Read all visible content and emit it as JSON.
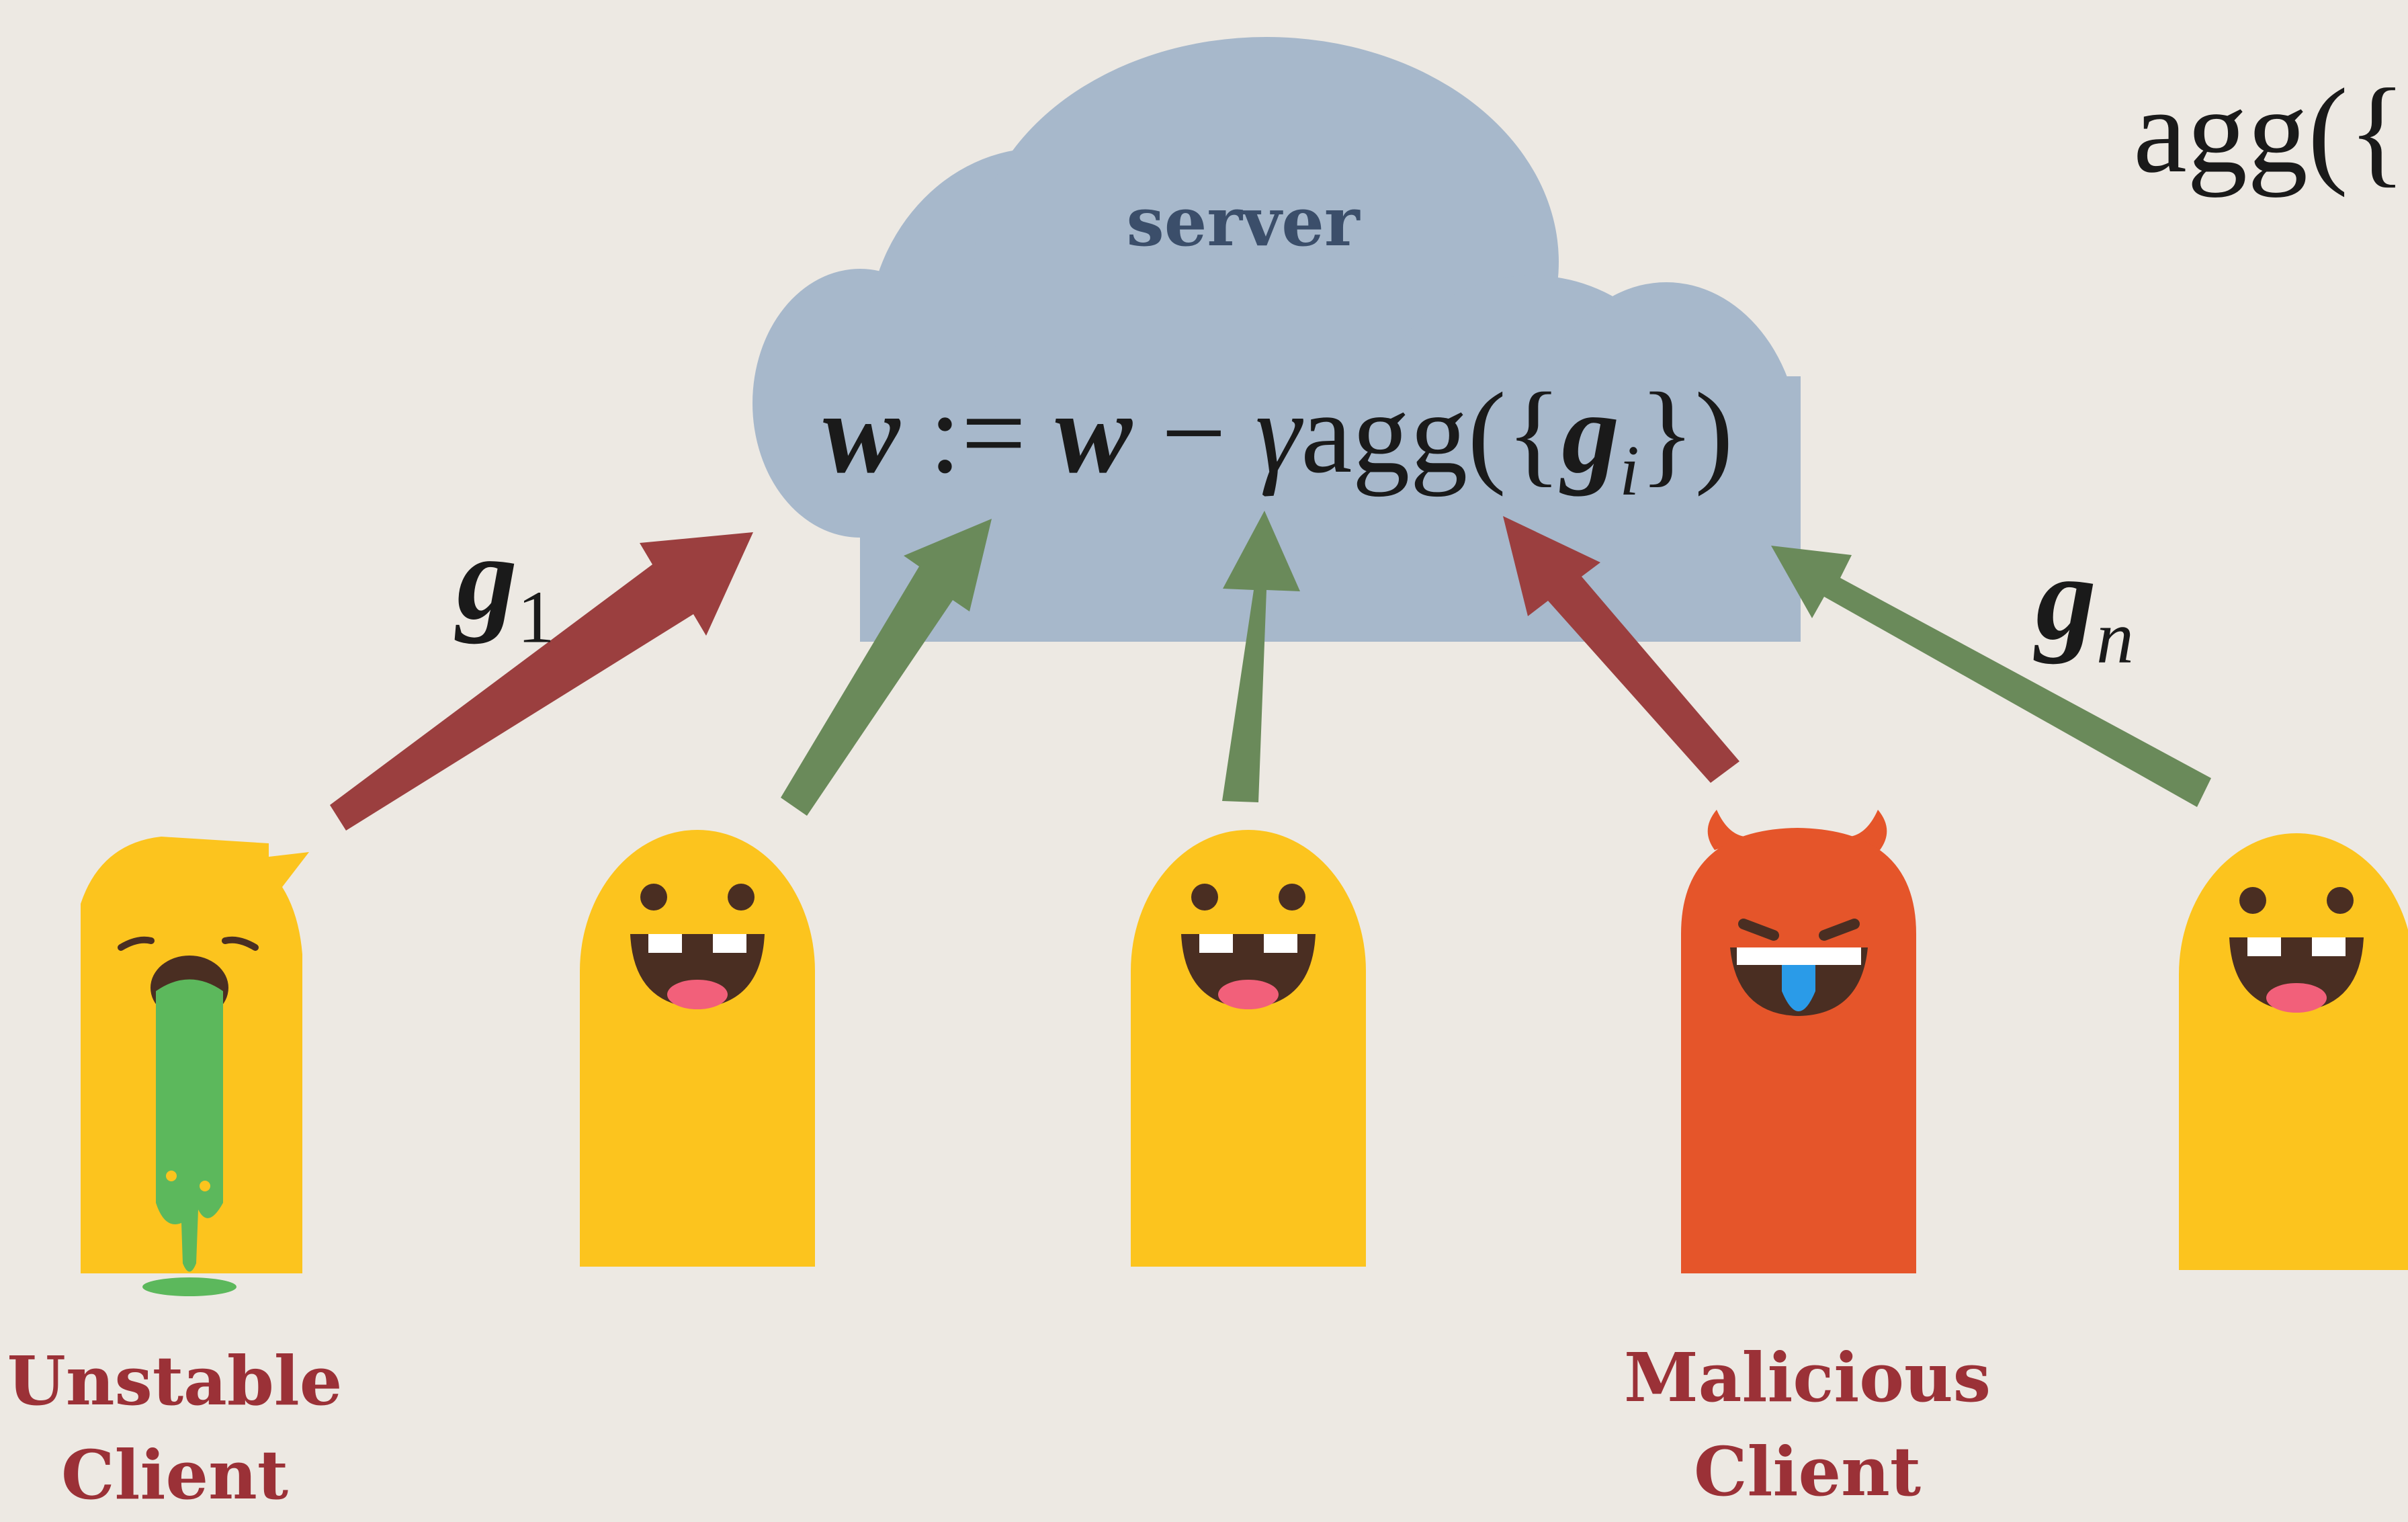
{
  "server": {
    "label": "server",
    "update_rule": {
      "w1": "w",
      "assign": ":=",
      "w2": "w",
      "minus": "−",
      "gamma": "γ",
      "agg_open": "agg({",
      "g": "g",
      "i": "i",
      "agg_close": "})"
    }
  },
  "corner_fragment": "agg({",
  "gradients": {
    "first": {
      "symbol": "g",
      "index": "1"
    },
    "last": {
      "symbol": "g",
      "index": "n"
    }
  },
  "clients": [
    {
      "kind": "unstable",
      "label_line1": "Unstable",
      "label_line2": "Client"
    },
    {
      "kind": "honest"
    },
    {
      "kind": "honest"
    },
    {
      "kind": "malicious",
      "label_line1": "Malicious",
      "label_line2": "Client"
    },
    {
      "kind": "honest"
    }
  ],
  "colors": {
    "background": "#ede9e3",
    "cloud": "#a7b8cb",
    "server_text": "#3b4e6a",
    "honest_arrow": "#6a8a5a",
    "faulty_arrow": "#9b3f3f",
    "honest_body": "#fcc41e",
    "malicious_body": "#e5552a",
    "face": "#4a2e22",
    "tongue": "#f2607a",
    "malicious_tongue": "#2a9be8",
    "vomit": "#5cb85c",
    "label_red": "#9b3137"
  }
}
